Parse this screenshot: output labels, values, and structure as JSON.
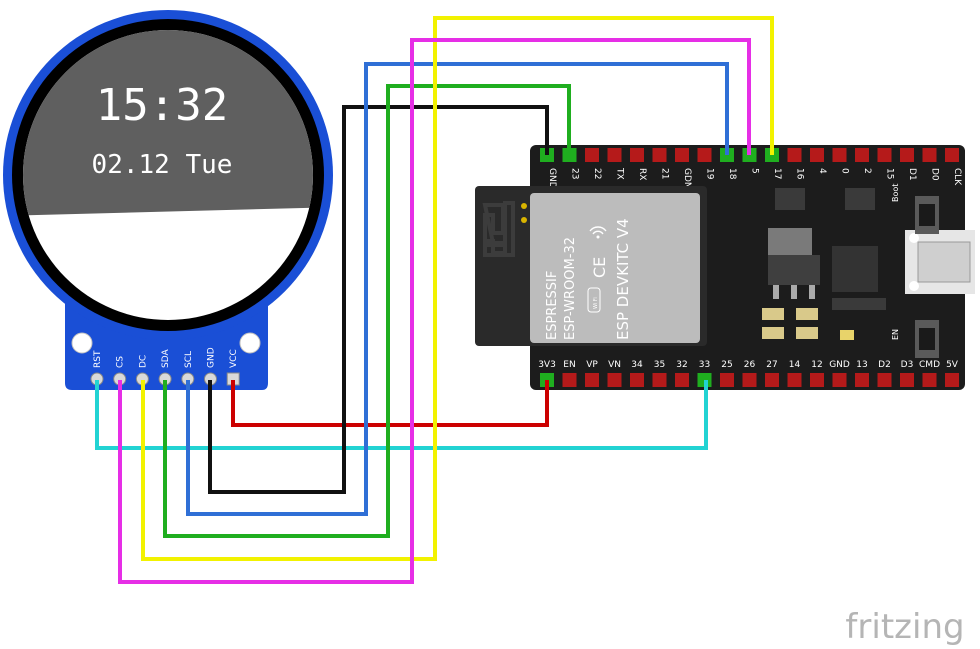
{
  "display": {
    "time": "15:32",
    "date": "02.12 Tue",
    "pins": [
      "RST",
      "CS",
      "DC",
      "SDA",
      "SCL",
      "GND",
      "VCC"
    ]
  },
  "module": {
    "brand": "ESPRESSIF",
    "model": "ESP-WROOM-32",
    "board": "ESP DEVKITC V4",
    "wifi_badge": "Wi Fi",
    "boot_label": "Boot",
    "en_label": "EN"
  },
  "board": {
    "top_pins": [
      "GND",
      "23",
      "22",
      "TX",
      "RX",
      "21",
      "GDN",
      "19",
      "18",
      "5",
      "17",
      "16",
      "4",
      "0",
      "2",
      "15",
      "D1",
      "D0",
      "CLK"
    ],
    "bottom_pins": [
      "3V3",
      "EN",
      "VP",
      "VN",
      "34",
      "35",
      "32",
      "33",
      "25",
      "26",
      "27",
      "14",
      "12",
      "GND",
      "13",
      "D2",
      "D3",
      "CMD",
      "5V"
    ]
  },
  "wires": [
    {
      "from": "RST",
      "to": "33",
      "color": "#22d3d3"
    },
    {
      "from": "CS",
      "to": "5",
      "color": "#e62ee6"
    },
    {
      "from": "DC",
      "to": "17",
      "color": "#f2f200"
    },
    {
      "from": "SDA",
      "to": "23",
      "color": "#1fae1f"
    },
    {
      "from": "SCL",
      "to": "18",
      "color": "#2f6fd6"
    },
    {
      "from": "GND",
      "to": "GND",
      "color": "#111111"
    },
    {
      "from": "VCC",
      "to": "3V3",
      "color": "#cc0000"
    }
  ],
  "colors": {
    "display_pcb": "#1a4fd6",
    "board_pcb": "#1c1c1c",
    "header_pin": "#b51a1a",
    "screen_bezel": "#000000",
    "screen_grey": "#5f5f5f"
  },
  "watermark": "fritzing"
}
